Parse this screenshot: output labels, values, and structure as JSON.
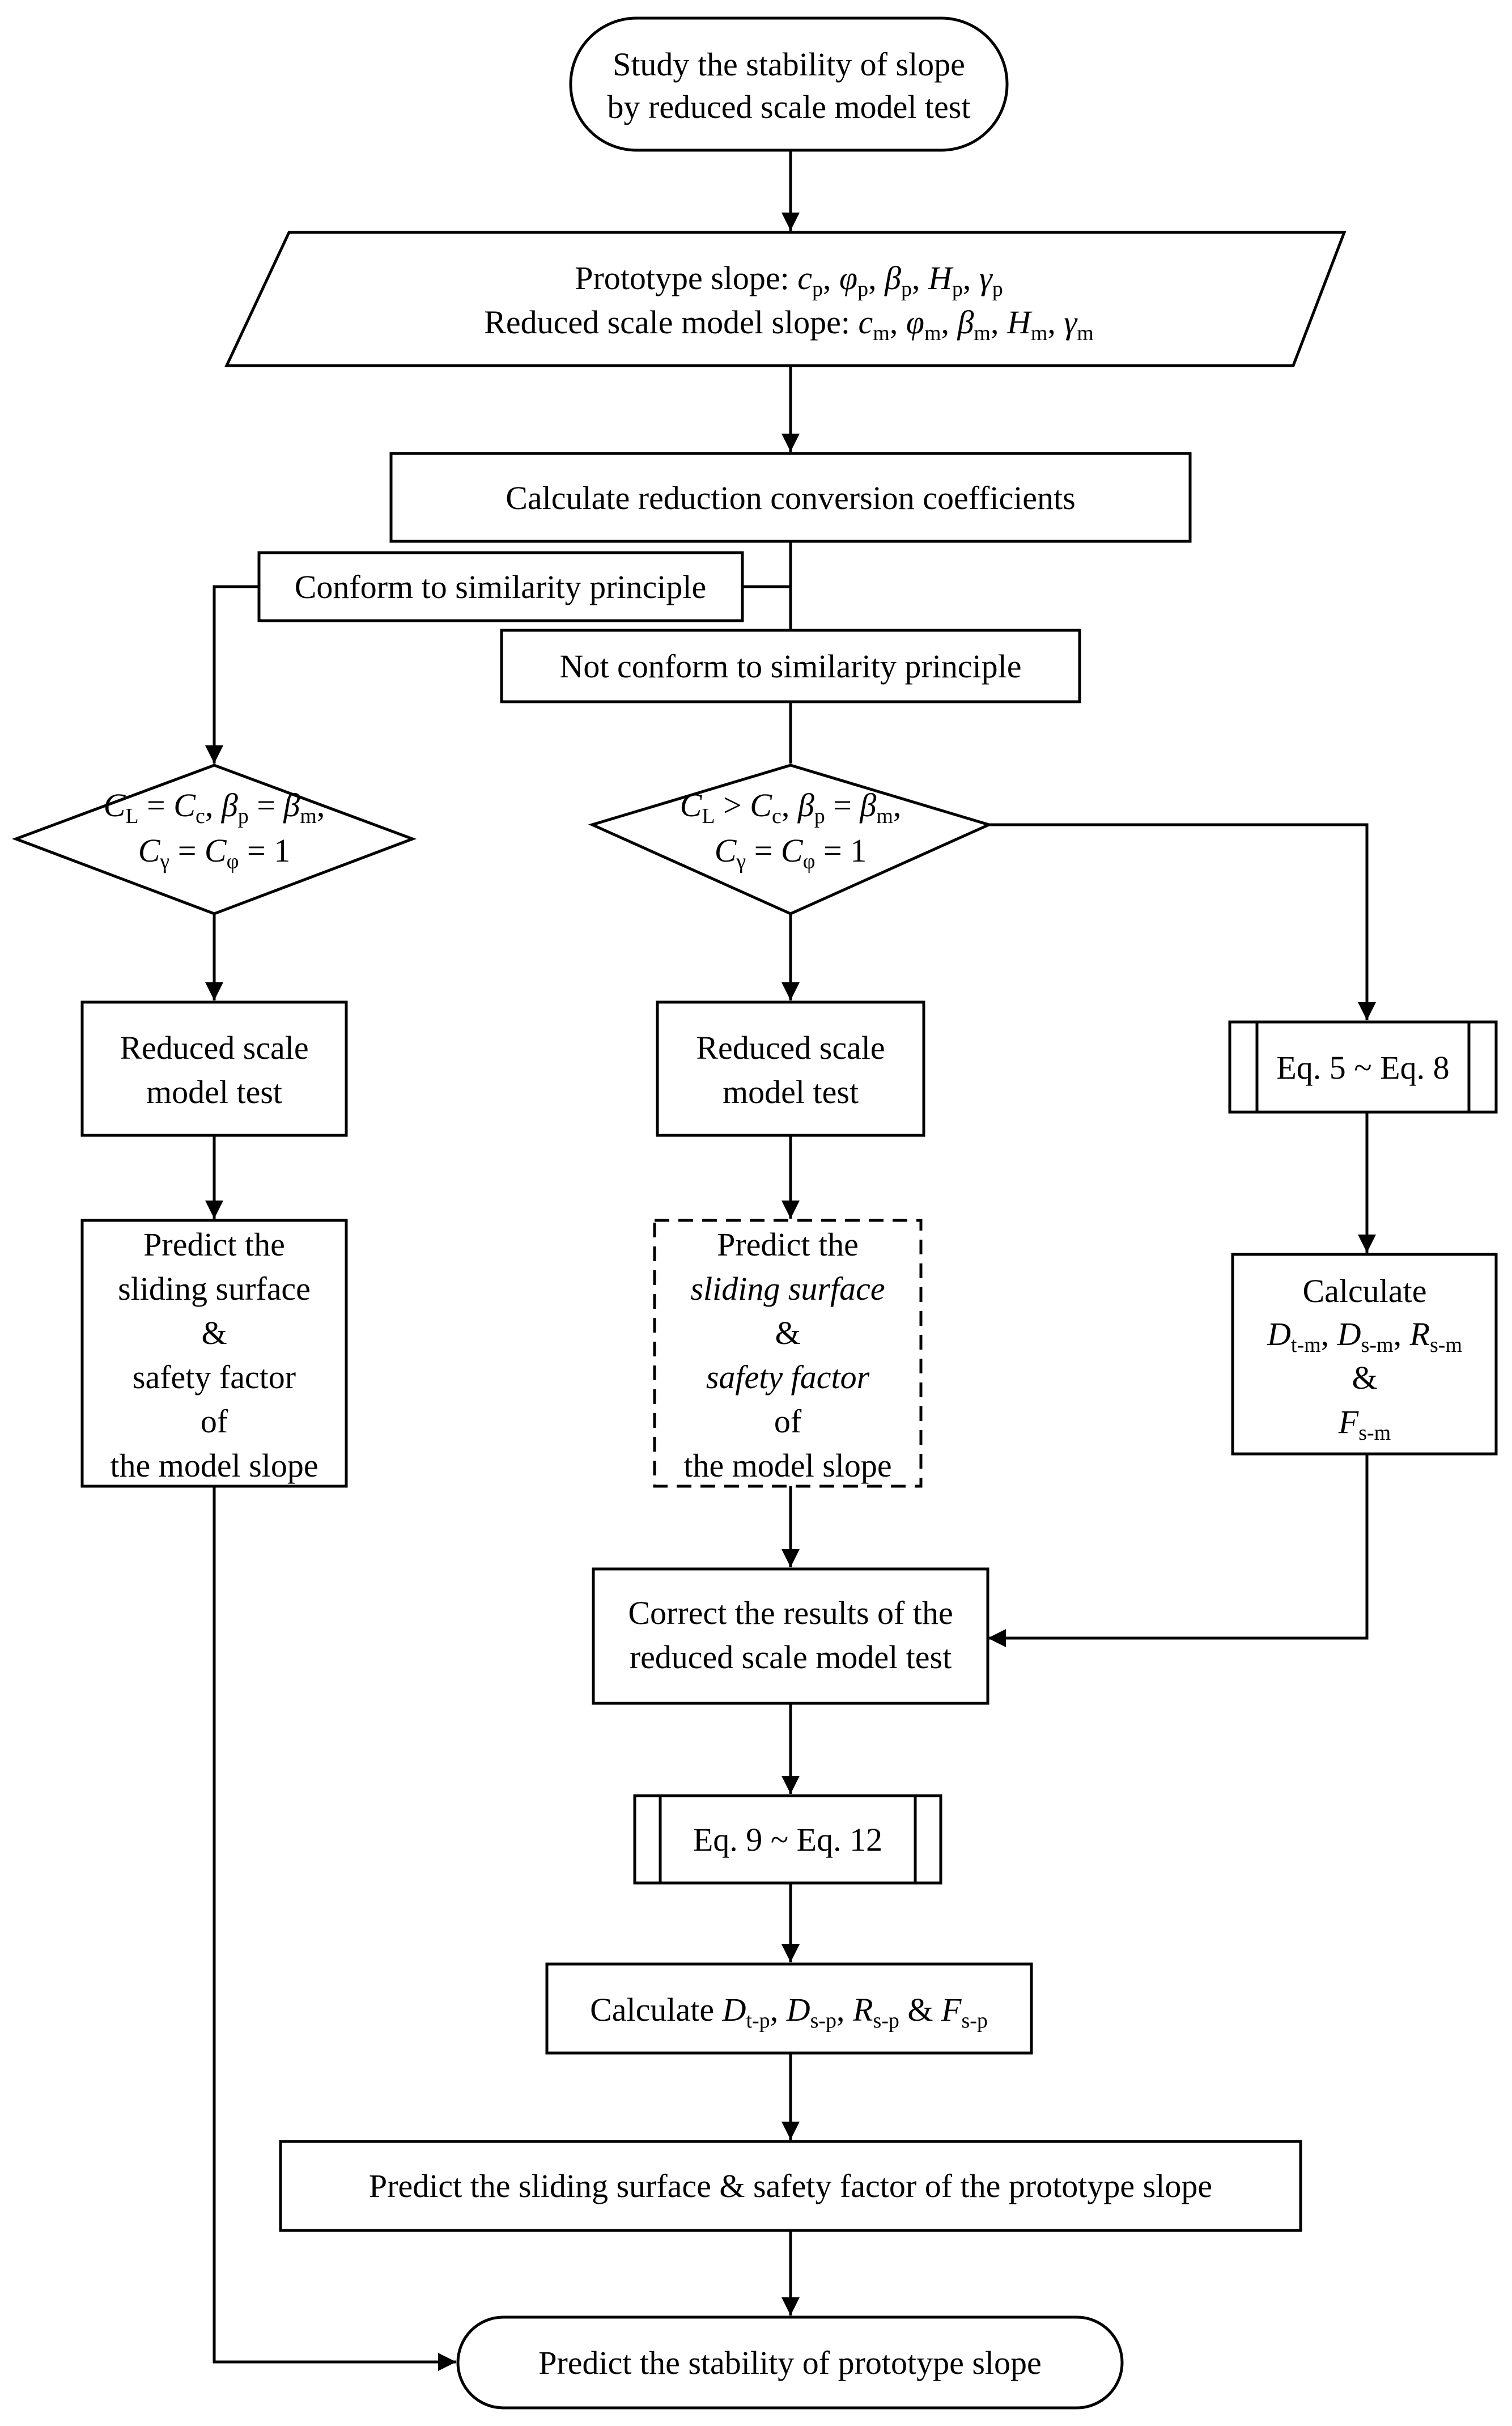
{
  "nodes": {
    "start": {
      "line1": "Study the stability of slope",
      "line2": "by reduced scale model test"
    },
    "params": {
      "line1_prefix": "Prototype slope: ",
      "line2_prefix": "Reduced scale model slope: ",
      "c": "c",
      "phi": "φ",
      "beta": "β",
      "H": "H",
      "gamma": "γ",
      "sub_p": "p",
      "sub_m": "m",
      "sep": ", "
    },
    "calc_coeff": "Calculate reduction conversion coefficients",
    "conform": "Conform to similarity principle",
    "not_conform": "Not conform to similarity principle",
    "diamond_left": {
      "CL": "C",
      "L": "L",
      "eq": " = ",
      "Cc": "C",
      "c_sub": "c",
      "sep": ", ",
      "beta": "β",
      "p": "p",
      "m": "m",
      "Cg": "C",
      "g_sub": "γ",
      "Cphi": "C",
      "phi_sub": "φ",
      "one": " = 1"
    },
    "diamond_mid": {
      "gt": " > "
    },
    "test_left": {
      "line1": "Reduced scale",
      "line2": "model test"
    },
    "test_mid": {
      "line1": "Reduced scale",
      "line2": "model test"
    },
    "predict_left": [
      "Predict the",
      "sliding surface",
      "&",
      "safety factor",
      "of",
      "the model slope"
    ],
    "predict_mid": [
      "Predict the",
      "sliding surface",
      "&",
      "safety factor",
      "of",
      "the model slope"
    ],
    "eq5_8": "Eq. 5 ~ Eq. 8",
    "calc_m": {
      "line1": "Calculate",
      "D": "D",
      "R": "R",
      "F": "F",
      "tm": "t-m",
      "sm": "s-m",
      "sep": ", ",
      "amp": "&"
    },
    "correct": {
      "line1": "Correct the results of the",
      "line2": "reduced scale model test"
    },
    "eq9_12": "Eq. 9 ~ Eq. 12",
    "calc_p": {
      "prefix": "Calculate ",
      "D": "D",
      "R": "R",
      "F": "F",
      "tp": "t-p",
      "sp": "s-p",
      "sep": ", ",
      "amp": " & "
    },
    "predict_proto": "Predict the sliding surface & safety factor of the prototype slope",
    "end": "Predict the stability of prototype slope"
  },
  "colors": {
    "stroke": "#000000",
    "fill": "#ffffff"
  }
}
